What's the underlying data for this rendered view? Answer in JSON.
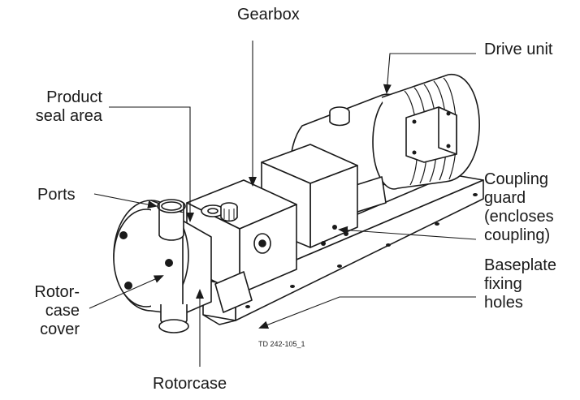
{
  "labels": {
    "gearbox": "Gearbox",
    "drive_unit": "Drive unit",
    "product_seal_area": "Product\nseal area",
    "ports": "Ports",
    "coupling_guard": "Coupling\nguard\n(encloses\ncoupling)",
    "baseplate_fixing_holes": "Baseplate\nfixing\nholes",
    "rotorcase_cover": "Rotor-\ncase\ncover",
    "rotorcase": "Rotorcase"
  },
  "reference_code": "TD 242-105_1",
  "colors": {
    "ink": "#1a1a1a",
    "background": "#ffffff"
  }
}
